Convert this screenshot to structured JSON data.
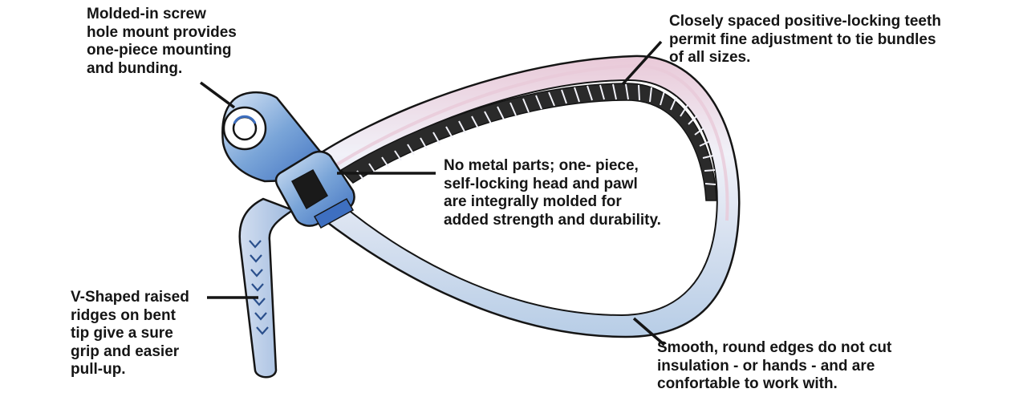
{
  "diagram": {
    "callouts": [
      {
        "id": "screw-hole-mount",
        "lines": [
          "Molded-in screw",
          "hole mount provides",
          "one-piece mounting",
          "and bunding."
        ]
      },
      {
        "id": "locking-teeth",
        "lines": [
          "Closely spaced positive-locking teeth",
          "permit fine adjustment to tie bundles",
          "of all sizes."
        ]
      },
      {
        "id": "self-locking-head",
        "lines": [
          "No metal parts; one- piece,",
          "self-locking head and pawl",
          "are integrally molded for",
          "added strength and durability."
        ]
      },
      {
        "id": "v-ridges",
        "lines": [
          "V-Shaped raised",
          "ridges on bent",
          "tip give a sure",
          "grip and easier",
          "pull-up."
        ]
      },
      {
        "id": "round-edges",
        "lines": [
          "Smooth, round edges do not cut",
          "insulation - or hands - and are",
          "confortable to work with."
        ]
      }
    ],
    "colors": {
      "strap_fill": "#f1f1f8",
      "strap_highlight": "#e9c9d8",
      "strap_shade": "#b7cde6",
      "head_blue": "#7aa5d8",
      "head_dark": "#3e6fc0",
      "outline": "#151515",
      "text": "#151515"
    }
  }
}
